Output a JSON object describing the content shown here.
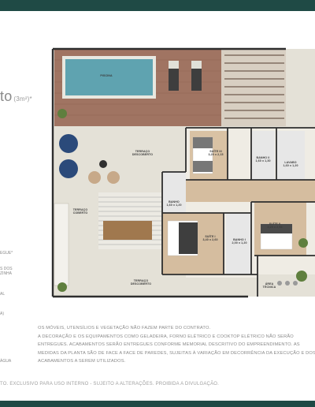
{
  "side": {
    "title": "to",
    "area": "(3m²)*",
    "items": [
      "",
      "",
      "EGUE*",
      "S DOS",
      "ZINHA",
      "AL",
      "A)",
      "",
      "ÁGUA"
    ]
  },
  "plan": {
    "labels": {
      "piscina": "PISCINA",
      "terraco_top": "TERRAÇO DESCOBERTO",
      "terraco_left": "TERRAÇO COBERTO",
      "terraco_bottom": "TERRAÇO DESCOBERTO",
      "suite_iii": "SUÍTE III",
      "banho_ii": "BANHO II",
      "lavabo": "LAVABO",
      "banho_top": "BANHO",
      "suite_ii": "SUÍTE II",
      "suite_i": "SUÍTE I",
      "banho_i": "BANHO I",
      "area_tecnica": "ÁREA TÉCNICA"
    },
    "dims": {
      "suite_iii": "3,20 x 2,15",
      "banho_ii": "1,60 x 1,30",
      "lavabo": "1,60 x 1,20",
      "banho_top": "1,60 x 1,20",
      "suite_ii": "3,25 x 2,95",
      "suite_i": "3,40 x 2,60",
      "banho_i": "2,00 x 1,20"
    }
  },
  "notes": [
    "OS MÓVEIS, UTENSÍLIOS E VEGETAÇÃO NÃO FAZEM PARTE DO CONTRATO.",
    "A DECORAÇÃO E OS EQUIPAMENTOS COMO GELADEIRA, FORNO ELÉTRICO E COOKTOP ELÉTRICO NÃO SERÃO",
    "ENTREGUES. ACABAMENTOS SERÃO ENTREGUES CONFORME MEMORIAL DESCRITIVO DO EMPREENDIMENTO. AS",
    "MEDIDAS DA PLANTA SÃO DE FACE A FACE DE PAREDES, SUJEITAS À VARIAÇÃO EM DECORRÊNCIA DA EXECUÇÃO E DOS",
    "ACABAMENTOS A SEREM UTILIZADOS."
  ],
  "footer": "TO. EXCLUSIVO PARA USO INTERNO - SUJEITO A ALTERAÇÕES. PROIBIDA A DIVULGAÇÃO."
}
